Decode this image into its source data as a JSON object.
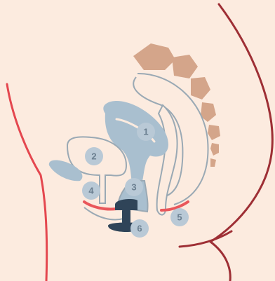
{
  "colors": {
    "background": "#fcebdf",
    "body_outline": "#e4474f",
    "body_outline_dark": "#9e2f35",
    "bone": "#d4a58a",
    "organ_fill": "#a9bfcf",
    "organ_dark": "#8aa5b9",
    "organ_outline": "#9aa9b4",
    "device": "#2f4458",
    "muscle": "#e9575b",
    "marker_fill": "#b9c9d6",
    "marker_text": "#6b7f90"
  },
  "markers": [
    {
      "id": "1",
      "label": "1"
    },
    {
      "id": "2",
      "label": "2"
    },
    {
      "id": "3",
      "label": "3"
    },
    {
      "id": "4",
      "label": "4"
    },
    {
      "id": "5",
      "label": "5"
    },
    {
      "id": "6",
      "label": "6"
    }
  ]
}
